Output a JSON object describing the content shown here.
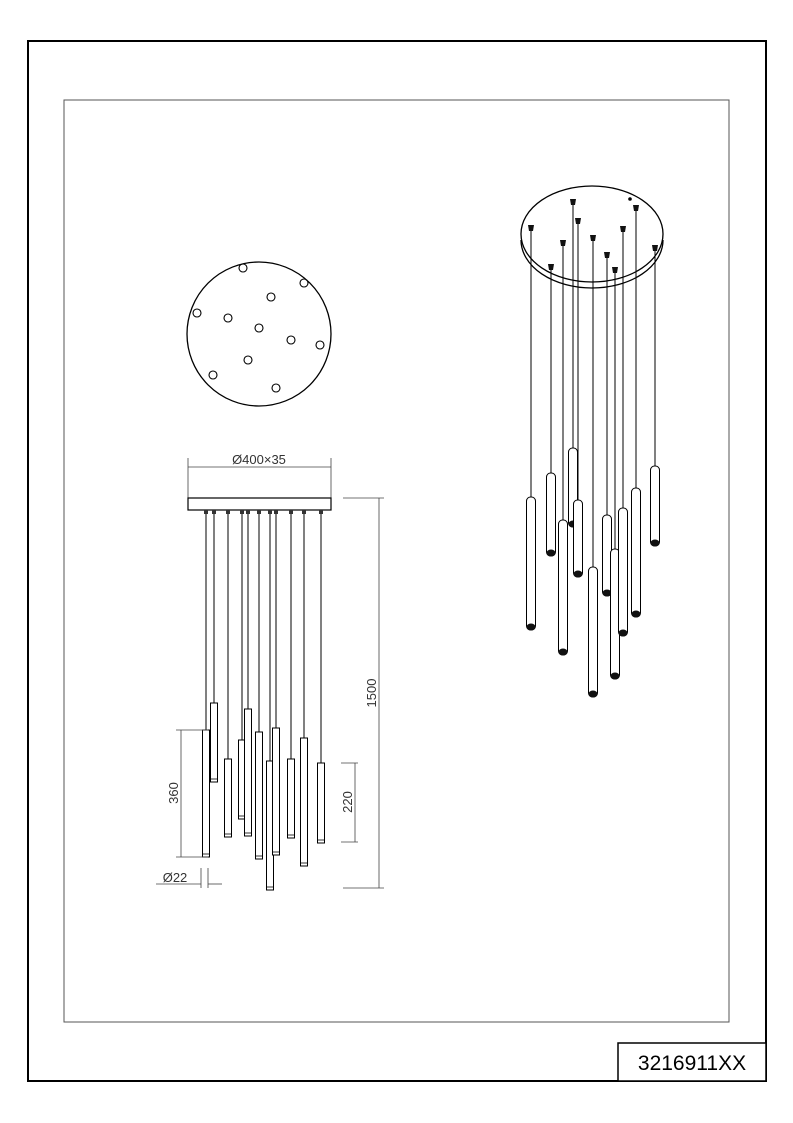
{
  "drawing": {
    "product_code": "3216911XX",
    "canopy_dimension": "Ø400×35",
    "total_height": "1500",
    "long_pendant_length": "360",
    "short_pendant_length": "220",
    "pendant_diameter": "Ø22"
  }
}
